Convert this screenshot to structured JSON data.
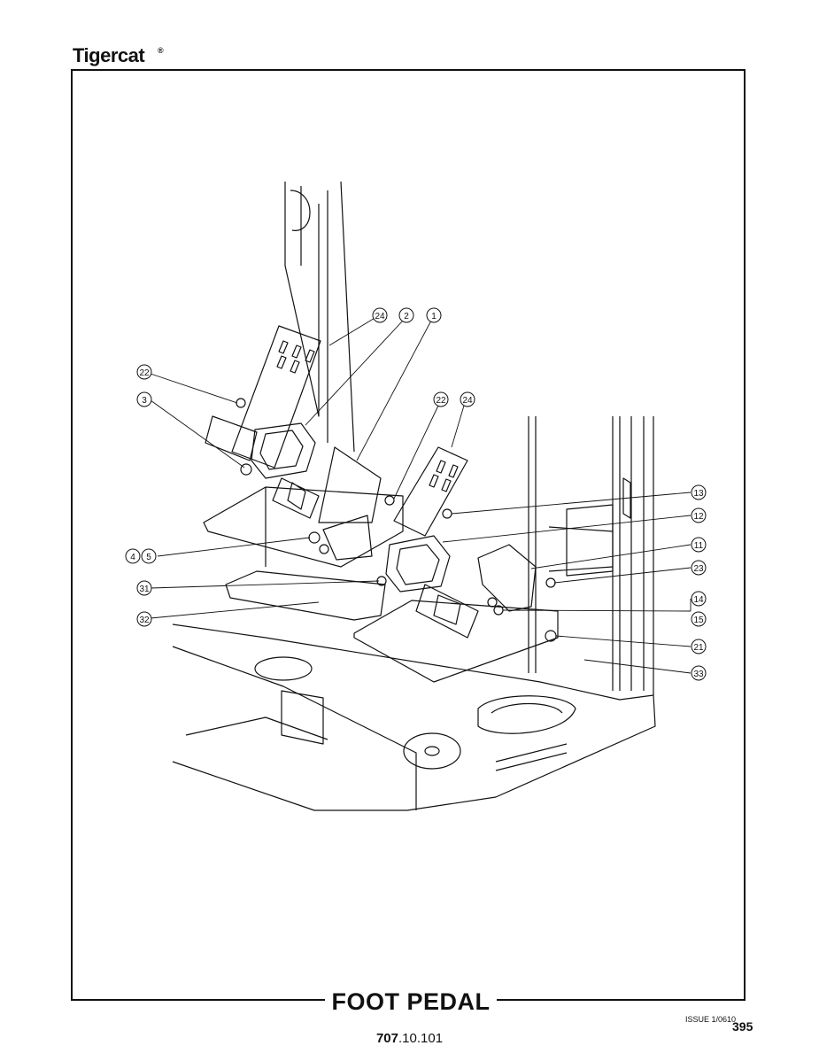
{
  "header": {
    "brand": "Tigercat",
    "brand_mark": "®"
  },
  "footer": {
    "title": "FOOT PEDAL",
    "issue": "ISSUE 1/0610",
    "page_number": "395",
    "part_number_bold": "707",
    "part_number_rest": ".10.101"
  },
  "callouts": {
    "c24a": "24",
    "c2": "2",
    "c1": "1",
    "c22a": "22",
    "c3": "3",
    "c22b": "22",
    "c24b": "24",
    "c13": "13",
    "c12": "12",
    "c4": "4",
    "c5": "5",
    "c11": "11",
    "c23": "23",
    "c31": "31",
    "c14": "14",
    "c15": "15",
    "c32": "32",
    "c21": "21",
    "c33": "33"
  }
}
